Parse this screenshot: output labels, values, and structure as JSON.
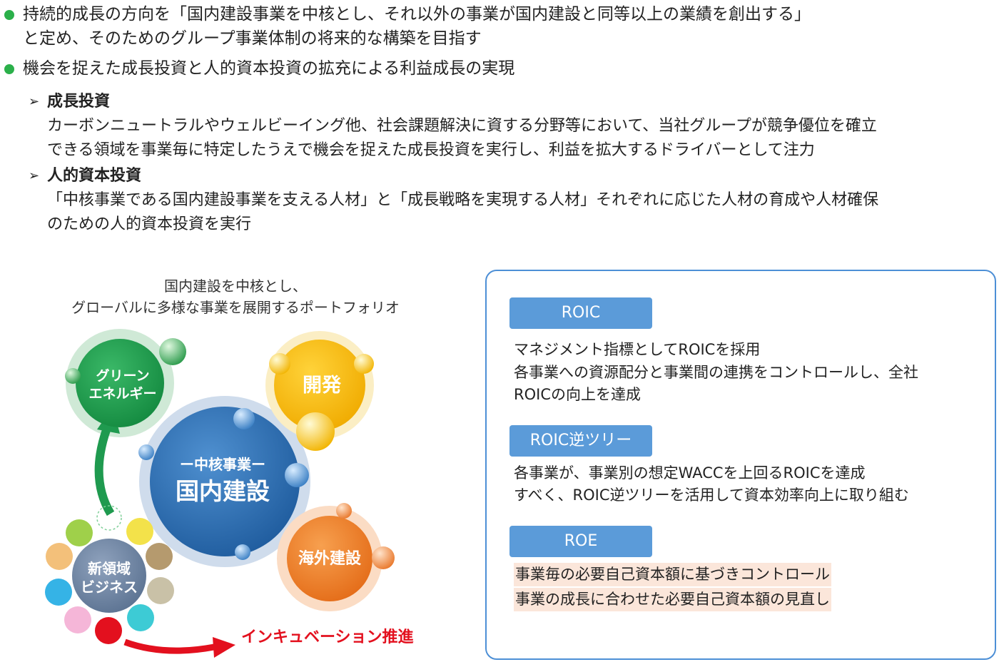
{
  "bullets": [
    {
      "lines": [
        "持続的成長の方向を「国内建設事業を中核とし、それ以外の事業が国内建設と同等以上の業績を創出する」",
        "と定め、そのためのグループ事業体制の将来的な構築を目指す"
      ]
    },
    {
      "lines": [
        "機会を捉えた成長投資と人的資本投資の拡充による利益成長の実現"
      ]
    }
  ],
  "sub_items": [
    {
      "heading": "成長投資",
      "lines": [
        "カーボンニュートラルやウェルビーイング他、社会課題解決に資する分野等において、当社グループが競争優位を確立",
        "できる領域を事業毎に特定したうえで機会を捉えた成長投資を実行し、利益を拡大するドライバーとして注力"
      ]
    },
    {
      "heading": "人的資本投資",
      "lines": [
        "「中核事業である国内建設事業を支える人材」と「成長戦略を実現する人材」それぞれに応じた人材の育成や人材確保",
        "のための人的資本投資を実行"
      ]
    }
  ],
  "portfolio": {
    "caption_lines": [
      "国内建設を中核とし、",
      "グローバルに多様な事業を展開するポートフォリオ"
    ],
    "core_sub": "ー中核事業ー",
    "core_main": "国内建設",
    "green_energy": [
      "グリーン",
      "エネルギー"
    ],
    "development": "開発",
    "overseas": "海外建設",
    "new_business": [
      "新領域",
      "ビジネス"
    ],
    "incubation": "インキュベーション推進"
  },
  "panel": {
    "roic_tag": "ROIC",
    "roic_lines": [
      "マネジメント指標としてROICを採用",
      "各事業への資源配分と事業間の連携をコントロールし、全社",
      "ROICの向上を達成"
    ],
    "tree_tag": "ROIC逆ツリー",
    "tree_lines": [
      "各事業が、事業別の想定WACCを上回るROICを達成",
      "すべく、ROIC逆ツリーを活用して資本効率向上に取り組む"
    ],
    "roe_tag": "ROE",
    "roe_lines": [
      "事業毎の必要自己資本額に基づきコントロール",
      "事業の成長に合わせた必要自己資本額の見直し"
    ]
  },
  "colors": {
    "bullet_green": "#2bb04a",
    "core_blue": "#2b6fb3",
    "green_energy": "#1f9a4f",
    "development": "#f5b800",
    "overseas": "#ee7d2a",
    "new_business": "#6d85a6",
    "incubation_red": "#e3101e",
    "panel_border": "#4d8fd6",
    "tag_blue": "#5b9bd9",
    "highlight": "#fbe6da"
  }
}
